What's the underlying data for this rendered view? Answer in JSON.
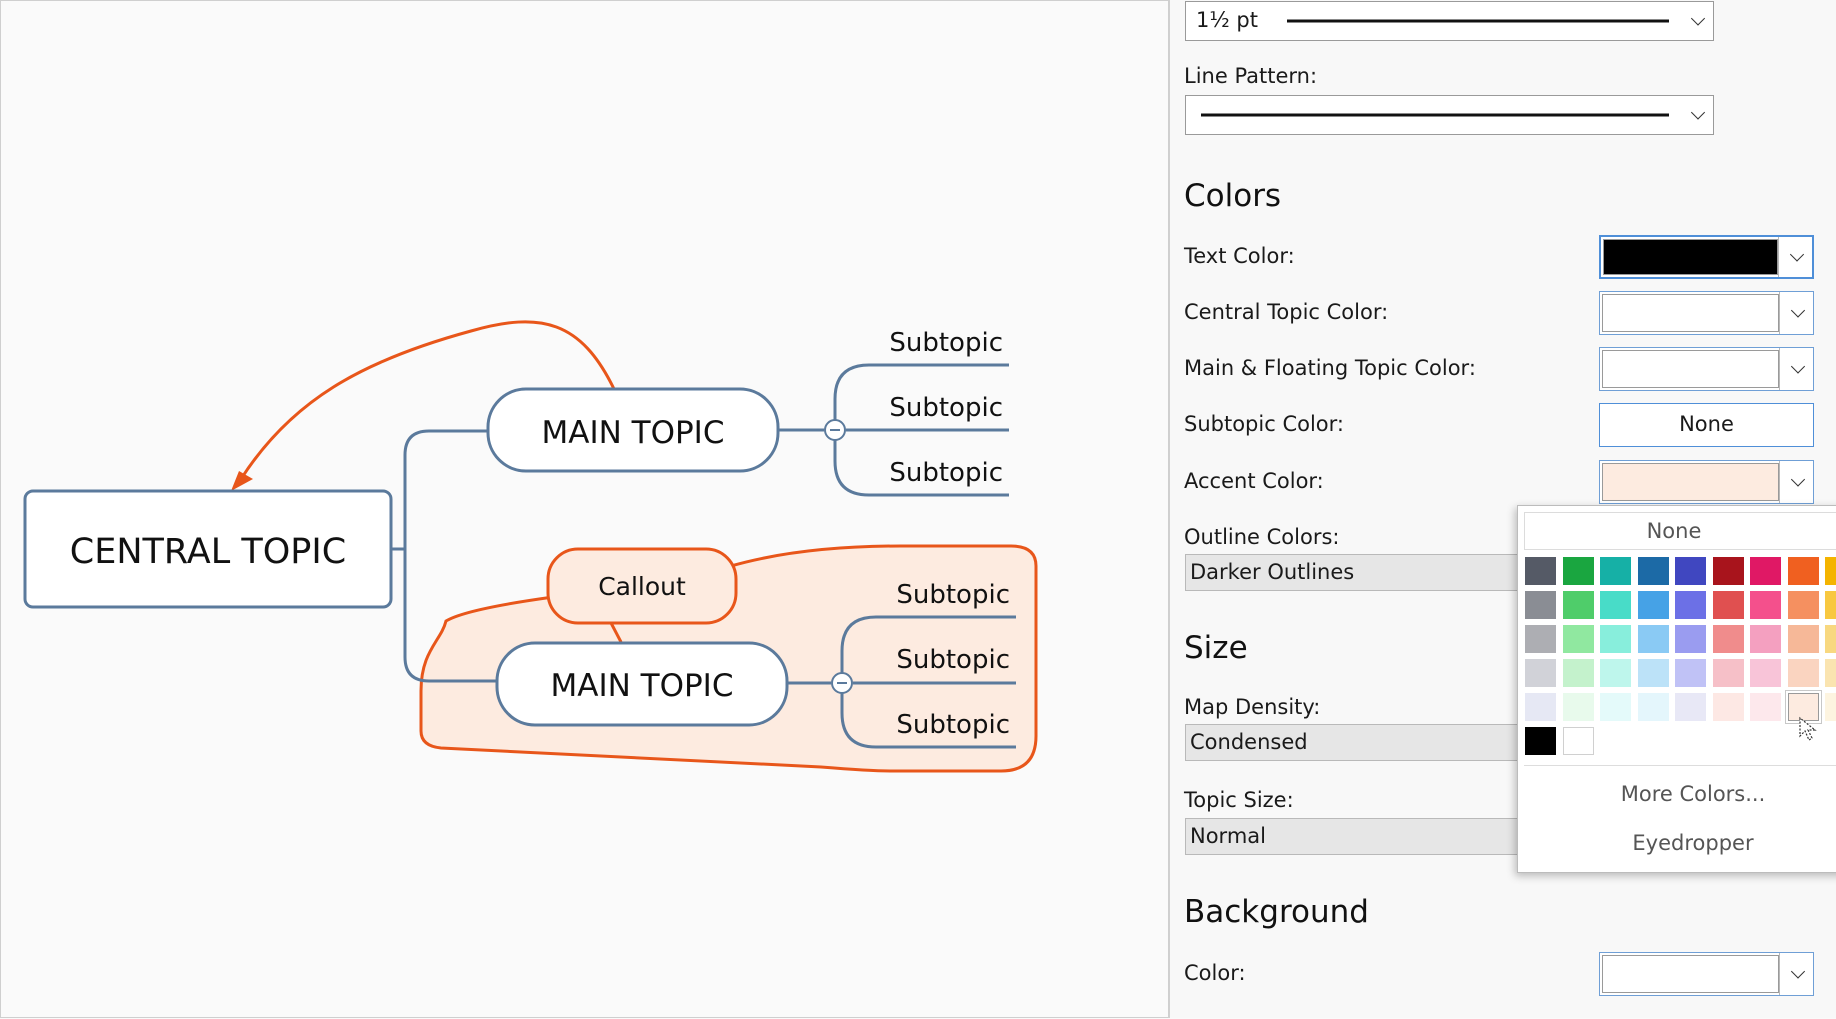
{
  "mindmap": {
    "central": "CENTRAL TOPIC",
    "main_topics": [
      "MAIN TOPIC",
      "MAIN TOPIC"
    ],
    "callout": "Callout",
    "subtopics_top": [
      "Subtopic",
      "Subtopic",
      "Subtopic"
    ],
    "subtopics_bottom": [
      "Subtopic",
      "Subtopic",
      "Subtopic"
    ],
    "colors": {
      "branch": "#5b7a9c",
      "relationship": "#e8561a",
      "callout_fill": "#fdebe0",
      "boundary_fill": "#fdebe0"
    }
  },
  "panel": {
    "line_width": {
      "value": "1½ pt"
    },
    "line_pattern": {
      "label": "Line Pattern:"
    },
    "colors": {
      "heading": "Colors",
      "text_color": {
        "label": "Text Color:",
        "value": "#000000"
      },
      "central_topic_color": {
        "label": "Central Topic Color:",
        "value": "#ffffff"
      },
      "main_floating_color": {
        "label": "Main & Floating Topic Color:",
        "value": "#ffffff"
      },
      "subtopic_color": {
        "label": "Subtopic Color:",
        "value": "None"
      },
      "accent_color": {
        "label": "Accent Color:",
        "value": "#fdebe0"
      },
      "outline_colors": {
        "label": "Outline Colors:",
        "value": "Darker Outlines"
      }
    },
    "size": {
      "heading": "Size",
      "map_density": {
        "label": "Map Density:",
        "value": "Condensed"
      },
      "topic_size": {
        "label": "Topic Size:",
        "value": "Normal"
      }
    },
    "background": {
      "heading": "Background",
      "color": {
        "label": "Color:",
        "value": "#ffffff"
      }
    }
  },
  "color_popup": {
    "none_label": "None",
    "more_colors": "More Colors...",
    "eyedropper": "Eyedropper",
    "selected": "#fdebe0",
    "rows": [
      [
        "#555a66",
        "#1aa640",
        "#16b0a6",
        "#1c6aa6",
        "#4047c0",
        "#a8141c",
        "#e01865",
        "#f06020",
        "#f4b400"
      ],
      [
        "#8a8d94",
        "#4fcd6a",
        "#48dcc8",
        "#46a2e6",
        "#6c70e6",
        "#e05050",
        "#f4508c",
        "#f59060",
        "#f8c840"
      ],
      [
        "#adaeb3",
        "#90e8a0",
        "#88eedc",
        "#8acaf4",
        "#9a9cf0",
        "#f08c8c",
        "#f4a0c0",
        "#f6b898",
        "#f8d880"
      ],
      [
        "#d1d2d8",
        "#c4f2cc",
        "#bef6ec",
        "#bce2f8",
        "#c0c2f6",
        "#f6c0c8",
        "#f8c4d8",
        "#fad4c0",
        "#fae4b0"
      ],
      [
        "#e6e8f4",
        "#e8faec",
        "#e4fafa",
        "#e4f6fc",
        "#e8e8f6",
        "#fde8e4",
        "#fde8ec",
        "#fdebe0",
        "#fdf4e0"
      ],
      [
        "#000000",
        "#ffffff"
      ]
    ]
  }
}
